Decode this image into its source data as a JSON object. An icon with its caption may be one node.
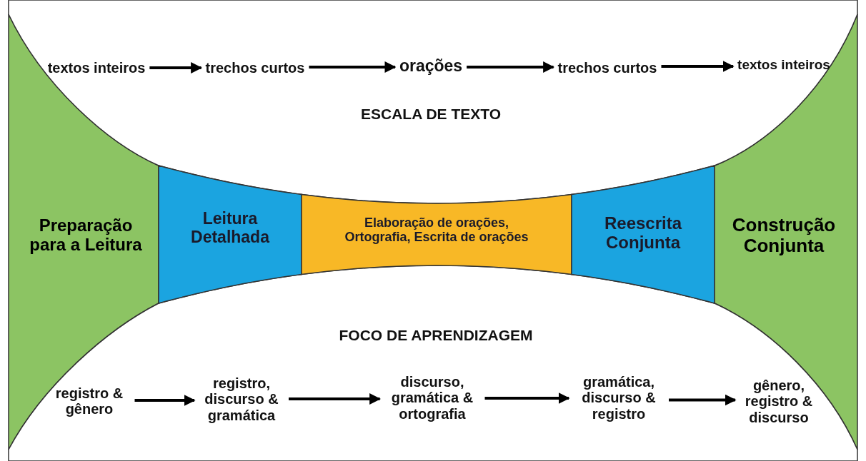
{
  "diagram": {
    "nodes": [
      {
        "text": [
          "ESCALA DE TEXTO"
        ]
      },
      {
        "text": [
          "textos inteiros"
        ],
        "in": 0
      },
      {
        "text": [
          "trechos curtos"
        ],
        "in": 0
      },
      {
        "text": [
          "orações"
        ],
        "in": 0
      },
      {
        "text": [
          "trechos curtos"
        ],
        "in": 0
      },
      {
        "text": [
          "textos inteiros"
        ],
        "in": 0
      },
      {
        "text": [
          "Preparação para a Leitura"
        ]
      },
      {
        "text": [
          "Leitura Detalhada"
        ]
      },
      {
        "text": [
          "Elaboração de orações, Ortografia, Escrita de orações"
        ]
      },
      {
        "text": [
          "Reescrita Conjunta"
        ]
      },
      {
        "text": [
          "Construção Conjunta"
        ]
      },
      {
        "text": [
          "FOCO DE APRENDIZAGEM"
        ]
      },
      {
        "text": [
          "registro & gênero"
        ],
        "in": 11
      },
      {
        "text": [
          "registro, discurso & gramática"
        ],
        "in": 11
      },
      {
        "text": [
          "discurso, gramática & ortografia"
        ],
        "in": 11
      },
      {
        "text": [
          "gramática, discurso & registro"
        ],
        "in": 11
      },
      {
        "text": [
          "gênero, registro & discurso"
        ],
        "in": 11
      }
    ],
    "edges": [
      {
        "from": 1,
        "to": 2,
        "arrow": "to"
      },
      {
        "from": 2,
        "to": 3,
        "arrow": "to"
      },
      {
        "from": 3,
        "to": 4,
        "arrow": "to"
      },
      {
        "from": 4,
        "to": 5,
        "arrow": "to"
      },
      {
        "from": 12,
        "to": 13,
        "arrow": "to"
      },
      {
        "from": 13,
        "to": 14,
        "arrow": "to"
      },
      {
        "from": 14,
        "to": 15,
        "arrow": "to"
      },
      {
        "from": 15,
        "to": 16,
        "arrow": "to"
      }
    ]
  }
}
